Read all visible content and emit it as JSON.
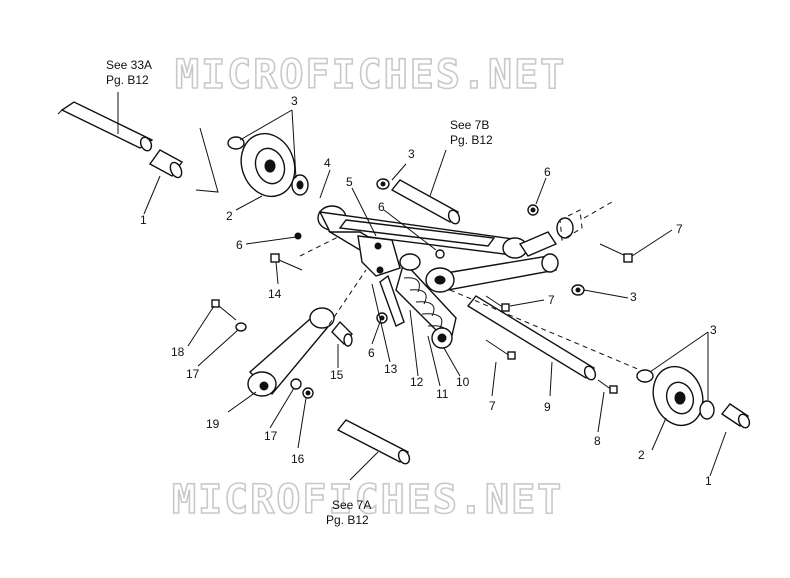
{
  "watermark": {
    "top": "MICROFICHES.NET",
    "bottom": "MICROFICHES.NET"
  },
  "references": {
    "ref_33a": {
      "line1": "See 33A",
      "line2": "Pg. B12"
    },
    "ref_7b": {
      "line1": "See 7B",
      "line2": "Pg. B12"
    },
    "ref_7a": {
      "line1": "See 7A",
      "line2": "Pg. B12"
    }
  },
  "callouts": {
    "c1a": "1",
    "c1b": "1",
    "c2a": "2",
    "c2b": "2",
    "c3a": "3",
    "c3b": "3",
    "c3c": "3",
    "c3d": "3",
    "c4": "4",
    "c5": "5",
    "c6a": "6",
    "c6b": "6",
    "c6c": "6",
    "c6d": "6",
    "c7a": "7",
    "c7b": "7",
    "c7c": "7",
    "c8": "8",
    "c9": "9",
    "c10": "10",
    "c11": "11",
    "c12": "12",
    "c13": "13",
    "c14": "14",
    "c15": "15",
    "c16": "16",
    "c17a": "17",
    "c17b": "17",
    "c18": "18",
    "c19": "19"
  }
}
